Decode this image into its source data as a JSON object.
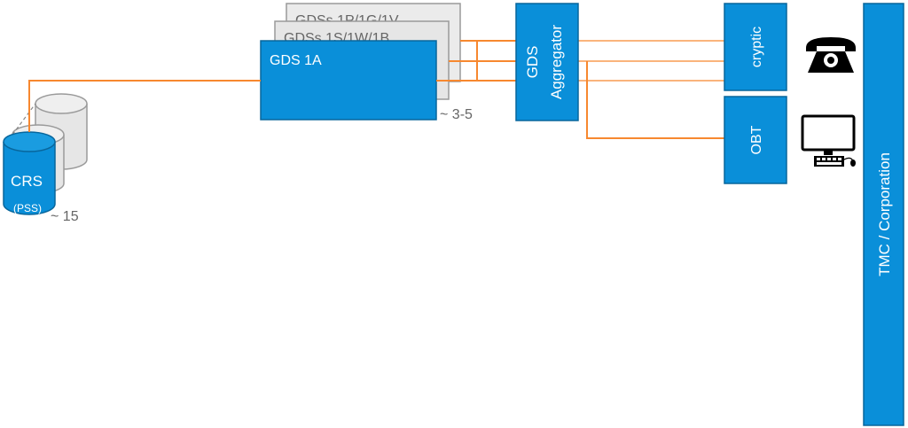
{
  "colors": {
    "blue": "#0a8fd9",
    "blue_stroke": "#08669c",
    "orange": "#f7882f",
    "gray_fill": "#e6e6e6",
    "gray_stroke": "#9a9a9a",
    "label_gray": "#666666"
  },
  "gds_stack": {
    "back_label": "GDSs 1P/1G/1V",
    "mid_label": "GDSs 1S/1W/1B",
    "front_label": "GDS 1A",
    "count_note": "~ 3-5"
  },
  "crs": {
    "label": "CRS",
    "sublabel": "(PSS)",
    "count_note": "~ 15"
  },
  "aggregator": {
    "line1": "GDS",
    "line2": "Aggregator"
  },
  "channels": {
    "cryptic": "cryptic",
    "obt": "OBT"
  },
  "icons": {
    "phone": "telephone-icon",
    "computer": "desktop-computer-icon"
  },
  "tmc": {
    "label": "TMC / Corporation"
  }
}
